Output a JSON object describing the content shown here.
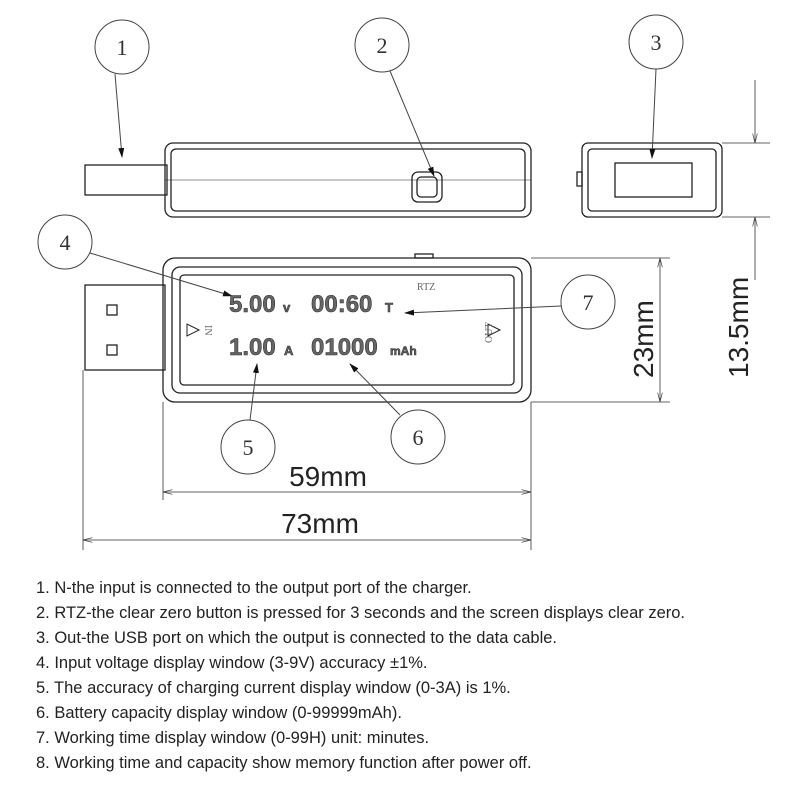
{
  "callouts": [
    "1",
    "2",
    "3",
    "4",
    "5",
    "6",
    "7"
  ],
  "display": {
    "voltage": "5.00",
    "voltage_unit": "v",
    "time": "00:60",
    "time_unit": "T",
    "current": "1.00",
    "current_unit": "A",
    "capacity": "01000",
    "capacity_unit": "mAh",
    "rtz_label": "RTZ",
    "in_label": "IN",
    "out_label": "OUT"
  },
  "dimensions": {
    "height_side": "13.5mm",
    "height_front": "23mm",
    "length_body": "59mm",
    "length_total": "73mm"
  },
  "notes": [
    "1. N-the input is connected to the output port of the charger.",
    "2. RTZ-the clear zero button is pressed for 3 seconds and the screen displays clear zero.",
    "3. Out-the USB port on which the output is connected to the data cable.",
    "4. Input voltage display window (3-9V) accuracy ±1%.",
    "5. The accuracy of charging current display window (0-3A) is 1%.",
    "6. Battery capacity display window (0-99999mAh).",
    "7. Working time display window (0-99H) unit: minutes.",
    "8. Working time and capacity show memory function after power off."
  ]
}
